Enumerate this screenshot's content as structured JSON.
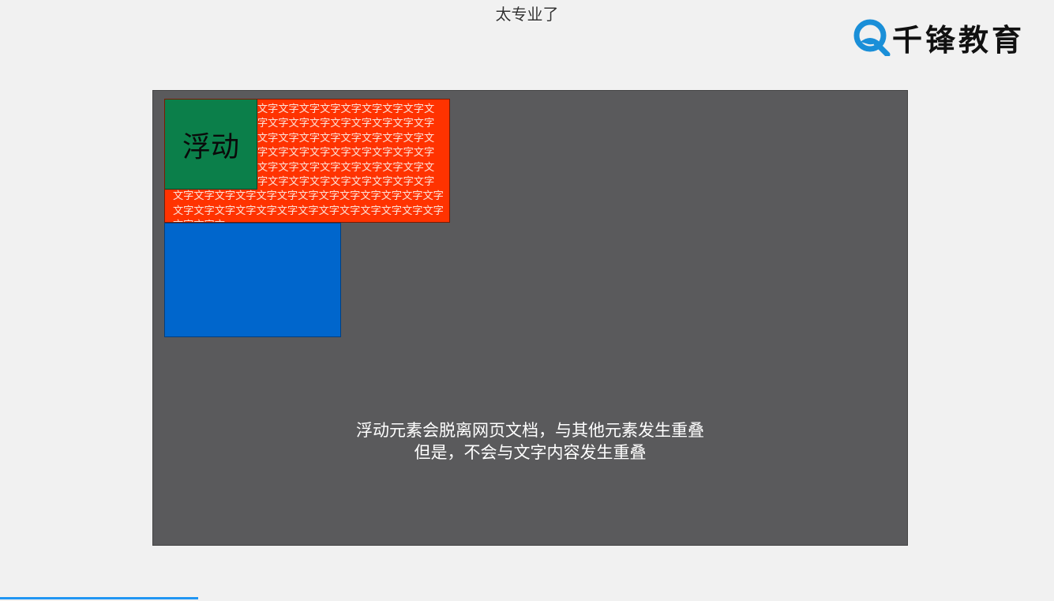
{
  "subtitle": "太专业了",
  "brand": {
    "name": "千锋教育",
    "logo_icon": "qf-logo-icon",
    "accent": "#1a8fd8"
  },
  "demo": {
    "float_label": "浮动",
    "text_content": "文字文字文字文字文字文字文字文字文字文字文字文字文字文字文字文字文字文字文字文字文字文字文字文字文字文字文字文字文字文字文字文字文字文字文字文字文字文字文字文字文字文字文字文字文字文字文字文字文字文字文字文字文字文字文字文字文字文字文字文字文字文字文字文字文字文字文字文字文字文字文字文字文字文字文字文字文字文字文字文",
    "colors": {
      "stage": "#5a5a5c",
      "float": "#0b7f4a",
      "text_block": "#ff3300",
      "block": "#0066cc"
    }
  },
  "caption": {
    "line1": "浮动元素会脱离网页文档，与其他元素发生重叠",
    "line2": "但是，不会与文字内容发生重叠"
  },
  "progress": {
    "value": 0.188
  }
}
